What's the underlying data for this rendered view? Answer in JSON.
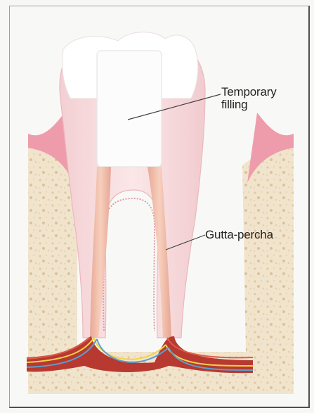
{
  "labels": {
    "temporary_filling_line1": "Temporary",
    "temporary_filling_line2": "filling",
    "gutta_percha": "Gutta-percha"
  },
  "colors": {
    "enamel": "#ffffff",
    "tooth_pink": "#f6d4d7",
    "gum": "#ee9fad",
    "bone": "#f0e3cc",
    "gutta_percha": "#f0c0aa",
    "blood_vessel": "#c03a37",
    "nerve": "#f2d24a",
    "vein": "#5a9fd0"
  }
}
